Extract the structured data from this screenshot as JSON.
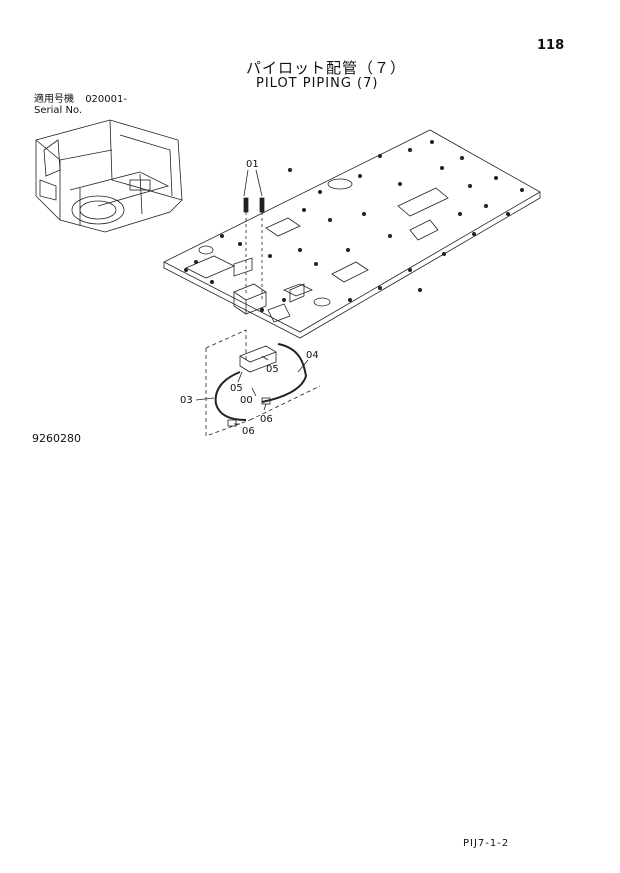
{
  "page_number": "118",
  "title_jp": "パイロット配管（７）",
  "title_en": "PILOT PIPING (7)",
  "serial": {
    "applicable_label": "適用号機",
    "serial_value": "020001-",
    "serial_label": "Serial No."
  },
  "figure_number": "9260280",
  "page_code": "PIJ7-1-2",
  "callouts": {
    "c01": "01",
    "c03": "03",
    "c04": "04",
    "c05a": "05",
    "c05b": "05",
    "c00": "00",
    "c06a": "06",
    "c06b": "06"
  }
}
